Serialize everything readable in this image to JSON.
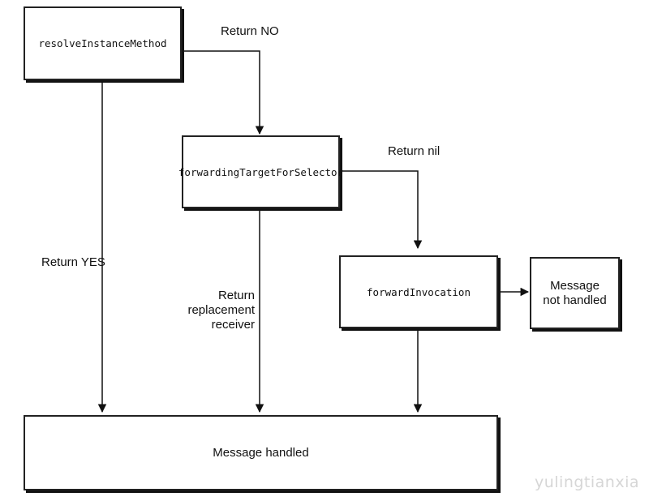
{
  "nodes": {
    "resolve": "resolveInstanceMethod",
    "forwarding_target": "forwardingTargetForSelector",
    "forward_invocation": "forwardInvocation",
    "not_handled": "Message\nnot handled",
    "handled": "Message handled"
  },
  "edges": {
    "return_no": "Return NO",
    "return_nil": "Return nil",
    "return_yes": "Return YES",
    "return_replacement": "Return replacement\nreceiver"
  },
  "watermark": "yulingtianxia"
}
